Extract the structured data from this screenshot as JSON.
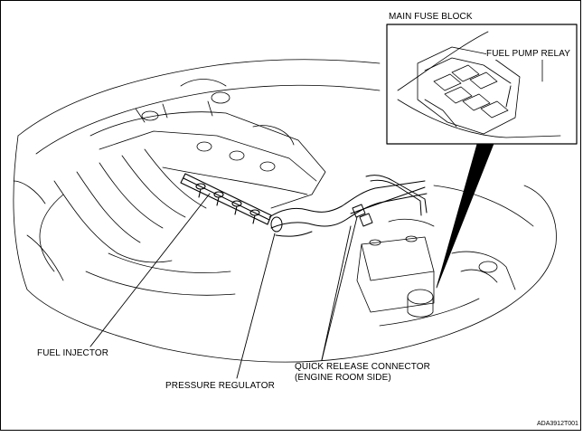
{
  "labels": {
    "main_fuse_block": "MAIN FUSE BLOCK",
    "fuel_pump_relay": "FUEL PUMP RELAY",
    "fuel_injector": "FUEL INJECTOR",
    "pressure_regulator": "PRESSURE REGULATOR",
    "quick_release_connector_line1": "QUICK RELEASE CONNECTOR",
    "quick_release_connector_line2": "(ENGINE ROOM SIDE)"
  },
  "figure_code": "ADA3912T001"
}
